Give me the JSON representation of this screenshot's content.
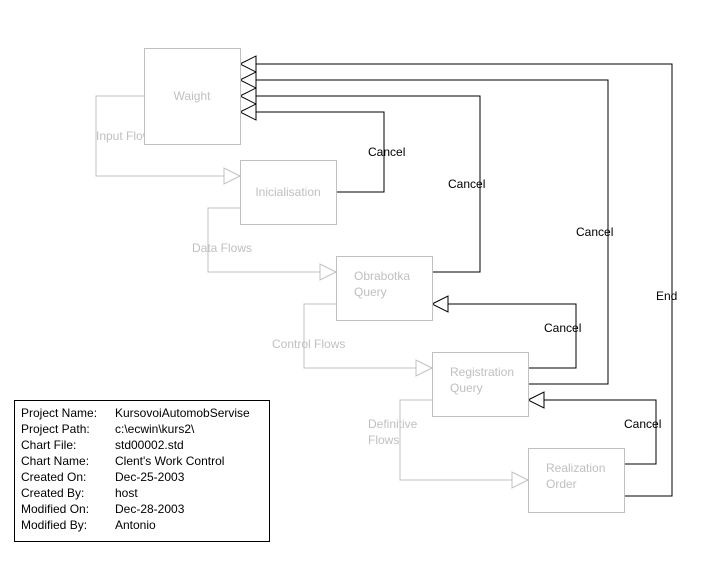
{
  "diagram": {
    "nodes": [
      {
        "id": "weight",
        "label": [
          "Waight"
        ]
      },
      {
        "id": "init",
        "label": [
          "Inicialisation"
        ]
      },
      {
        "id": "obr",
        "label": [
          "Obrabotka",
          "Query"
        ]
      },
      {
        "id": "reg",
        "label": [
          "Registration",
          "Query"
        ]
      },
      {
        "id": "real",
        "label": [
          "Realization",
          "Order"
        ]
      }
    ],
    "flows": [
      {
        "from": "weight",
        "to": "init",
        "label": [
          "Input Flows"
        ],
        "style": "flow"
      },
      {
        "from": "init",
        "to": "obr",
        "label": [
          "Data Flows"
        ],
        "style": "flow"
      },
      {
        "from": "obr",
        "to": "reg",
        "label": [
          "Control Flows"
        ],
        "style": "flow"
      },
      {
        "from": "reg",
        "to": "real",
        "label": [
          "Definitive",
          "Flows"
        ],
        "style": "flow"
      },
      {
        "from": "init",
        "to": "weight",
        "label": [
          "Cancel"
        ],
        "style": "return"
      },
      {
        "from": "obr",
        "to": "weight",
        "label": [
          "Cancel"
        ],
        "style": "return"
      },
      {
        "from": "reg",
        "to": "weight",
        "label": [
          "Cancel"
        ],
        "style": "return"
      },
      {
        "from": "real",
        "to": "weight",
        "label": [
          "End"
        ],
        "style": "return"
      },
      {
        "from": "reg",
        "to": "obr",
        "label": [
          "Cancel"
        ],
        "style": "return"
      },
      {
        "from": "real",
        "to": "reg",
        "label": [
          "Cancel"
        ],
        "style": "return"
      }
    ]
  },
  "info": [
    {
      "key": "Project Name:",
      "value": "KursovoiAutomobServise"
    },
    {
      "key": "Project Path:",
      "value": "c:\\ecwin\\kurs2\\"
    },
    {
      "key": "Chart File:",
      "value": "std00002.std"
    },
    {
      "key": "Chart Name:",
      "value": "Clent's Work Control"
    },
    {
      "key": "Created On:",
      "value": "Dec-25-2003"
    },
    {
      "key": "Created By:",
      "value": "host"
    },
    {
      "key": "Modified On:",
      "value": "Dec-28-2003"
    },
    {
      "key": "Modified By:",
      "value": "Antonio"
    }
  ]
}
